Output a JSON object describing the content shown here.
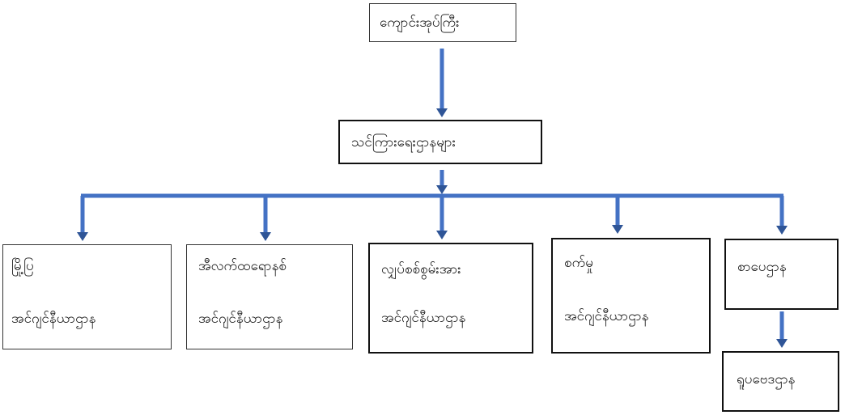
{
  "root": {
    "label": "ကျောင်းအုပ်ကြီး"
  },
  "mid": {
    "label": "သင်ကြားရေးဌာနများ"
  },
  "departments": [
    {
      "line1": "မြို့ပြ",
      "line2": "အင်ဂျင်နီယာဌာန"
    },
    {
      "line1": "အီလက်ထရောနစ်",
      "line2": "အင်ဂျင်နီယာဌာန"
    },
    {
      "line1": "လျှပ်စစ်စွမ်းအား",
      "line2": "အင်ဂျင်နီယာဌာန"
    },
    {
      "line1": "စက်မှု",
      "line2": "အင်ဂျင်နီယာဌာန"
    },
    {
      "line1": "စာပေဌာန"
    }
  ],
  "sub_department": {
    "label": "ရူပဗေဒဌာန"
  },
  "colors": {
    "connector": "#4472c4",
    "connector_stroke": "#2f5597",
    "box_border": "#222222"
  }
}
